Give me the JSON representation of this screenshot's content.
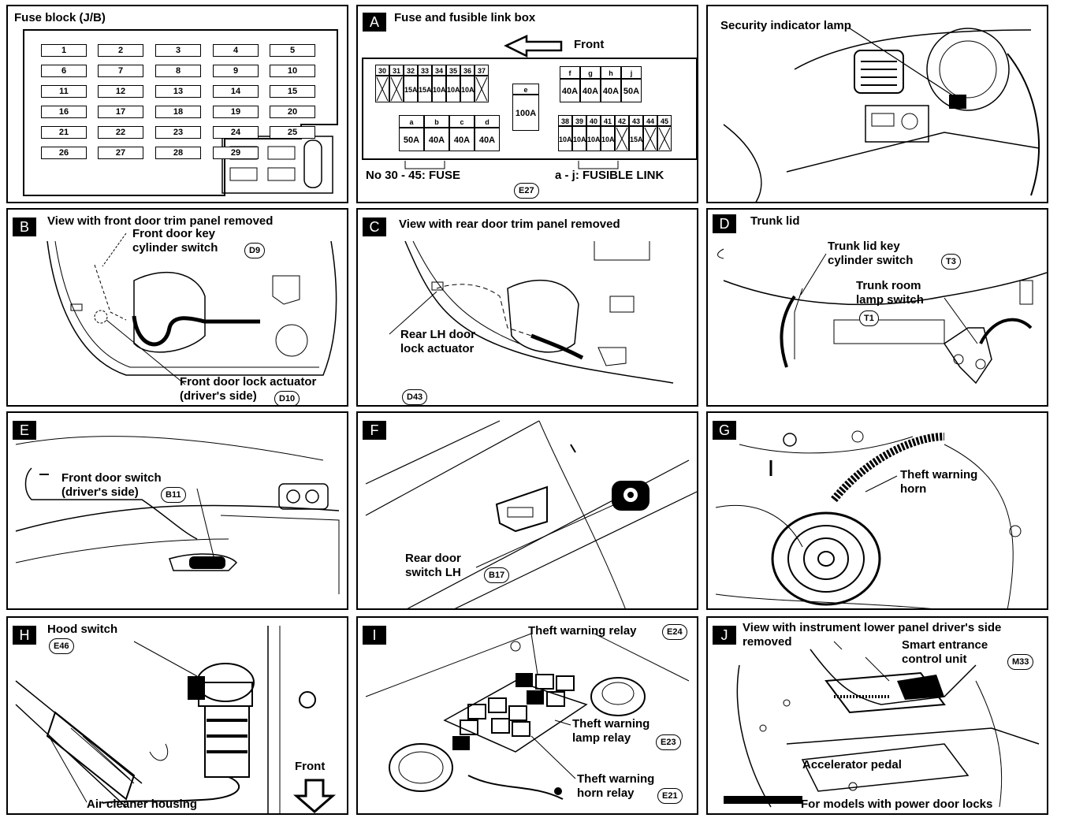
{
  "fuse_block": {
    "title": "Fuse block (J/B)",
    "fuses": [
      "1",
      "2",
      "3",
      "4",
      "5",
      "6",
      "7",
      "8",
      "9",
      "10",
      "11",
      "12",
      "13",
      "14",
      "15",
      "16",
      "17",
      "18",
      "19",
      "20",
      "21",
      "22",
      "23",
      "24",
      "25",
      "26",
      "27",
      "28",
      "29"
    ]
  },
  "panel_a": {
    "badge": "A",
    "title": "Fuse and fusible link box",
    "front": "Front",
    "fuse_numbers": [
      "30",
      "31",
      "32",
      "33",
      "34",
      "35",
      "36",
      "37"
    ],
    "fuse_ratings": [
      "",
      "",
      "15A",
      "15A",
      "10A",
      "10A",
      "10A",
      ""
    ],
    "fuse_numbers_2": [
      "38",
      "39",
      "40",
      "41",
      "42",
      "43",
      "44",
      "45"
    ],
    "fuse_ratings_2": [
      "10A",
      "10A",
      "10A",
      "10A",
      "",
      "15A",
      "",
      ""
    ],
    "links_top": [
      "f",
      "g",
      "h",
      "j"
    ],
    "links_top_ratings": [
      "40A",
      "40A",
      "40A",
      "50A"
    ],
    "links_bottom": [
      "a",
      "b",
      "c",
      "d"
    ],
    "links_bottom_ratings": [
      "50A",
      "40A",
      "40A",
      "40A"
    ],
    "link_e": "e",
    "link_e_rating": "100A",
    "legend_fuse": "No 30 - 45:  FUSE",
    "legend_link": "a - j:  FUSIBLE LINK",
    "connector": "E27"
  },
  "panel_security": {
    "label": "Security indicator lamp"
  },
  "panel_b": {
    "badge": "B",
    "title": "View with front door trim panel removed",
    "label_key": "Front door key cylinder switch",
    "conn_key": "D9",
    "label_actuator": "Front door lock actuator (driver's side)",
    "conn_actuator": "D10"
  },
  "panel_c": {
    "badge": "C",
    "title": "View with rear door trim panel removed",
    "label": "Rear LH door lock actuator",
    "connector": "D43"
  },
  "panel_d": {
    "badge": "D",
    "title": "Trunk lid",
    "label_key": "Trunk lid key cylinder switch",
    "conn_key": "T3",
    "label_lamp": "Trunk room lamp switch",
    "conn_lamp": "T1"
  },
  "panel_e": {
    "badge": "E",
    "label": "Front door switch (driver's side)",
    "connector": "B11"
  },
  "panel_f": {
    "badge": "F",
    "label": "Rear door switch LH",
    "connector": "B17"
  },
  "panel_g": {
    "badge": "G",
    "label": "Theft warning horn"
  },
  "panel_h": {
    "badge": "H",
    "label_hood": "Hood switch",
    "conn_hood": "E46",
    "label_air": "Air cleaner housing",
    "front": "Front"
  },
  "panel_i": {
    "badge": "I",
    "label_relay": "Theft warning relay",
    "conn_relay": "E24",
    "label_lamp": "Theft warning lamp relay",
    "conn_lamp": "E23",
    "label_horn": "Theft warning horn relay",
    "conn_horn": "E21"
  },
  "panel_j": {
    "badge": "J",
    "title": "View with instrument lower panel driver's side removed",
    "label_unit": "Smart entrance control unit",
    "conn_unit": "M33",
    "label_pedal": "Accelerator pedal",
    "footnote": "For models with power door locks"
  }
}
